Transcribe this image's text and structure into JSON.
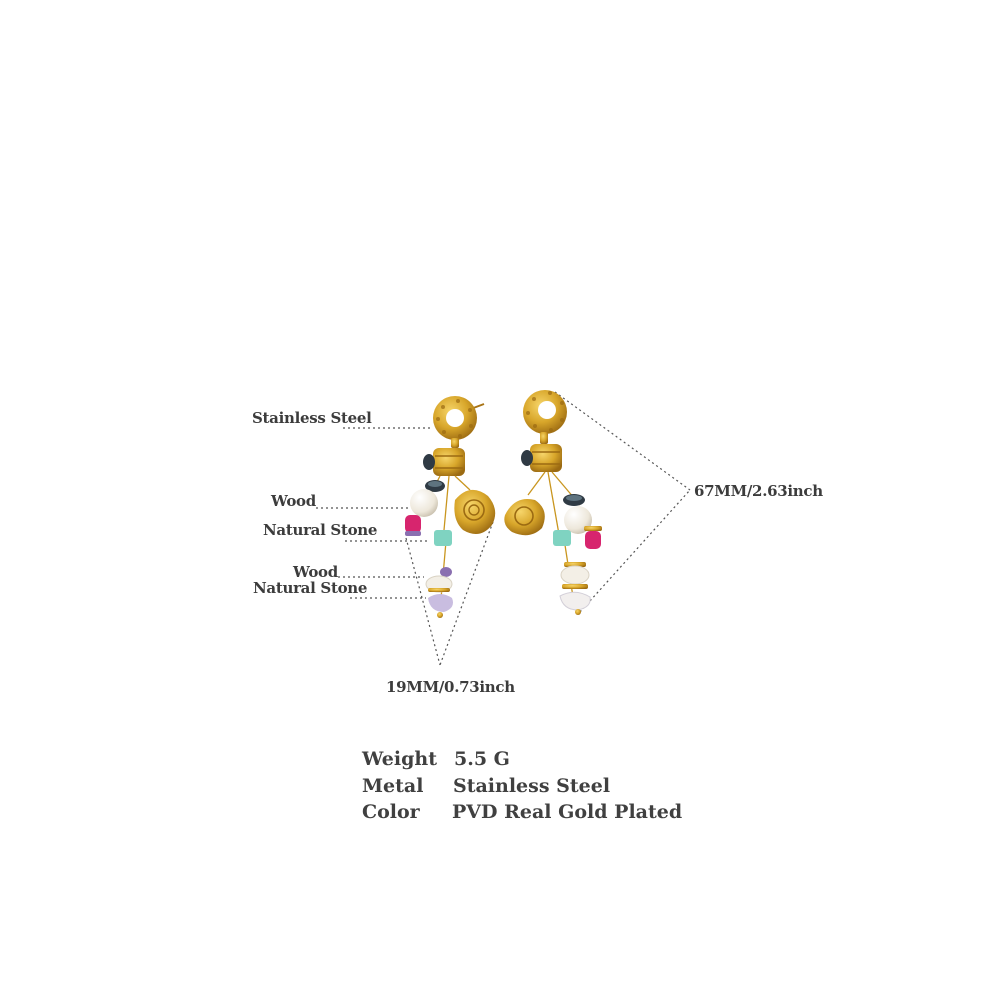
{
  "labels": {
    "stainless_steel": "Stainless Steel",
    "wood_1": "Wood",
    "natural_stone_1": "Natural Stone",
    "wood_2": "Wood",
    "natural_stone_2": "Natural Stone"
  },
  "dimensions": {
    "length": "67MM/2.63inch",
    "width": "19MM/0.73inch"
  },
  "specs": [
    {
      "key": "Weight",
      "value": "5.5 G"
    },
    {
      "key": "Metal",
      "value": "Stainless Steel"
    },
    {
      "key": "Color",
      "value": "PVD Real Gold Plated"
    }
  ],
  "colors": {
    "gold": "#d8a62a",
    "gold_dark": "#a87416",
    "pearl": "#f3efe6",
    "pink": "#d7256e",
    "turquoise": "#7fd3c1",
    "purple": "#8a6fb0",
    "amethyst": "#c9bde0",
    "dark_bead": "#2f3a44"
  }
}
